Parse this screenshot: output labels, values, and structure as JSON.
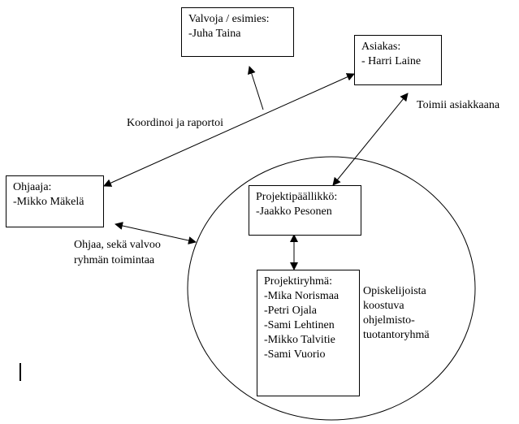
{
  "valvoja": {
    "title": "Valvoja / esimies:",
    "person": "-Juha Taina"
  },
  "asiakas": {
    "title": "Asiakas:",
    "person": "- Harri Laine"
  },
  "ohjaaja": {
    "title": "Ohjaaja:",
    "person": "-Mikko Mäkelä"
  },
  "projektipaallikko": {
    "title": "Projektipäällikkö:",
    "person": "-Jaakko Pesonen"
  },
  "projektiryhma": {
    "title": "Projektiryhmä:",
    "members": [
      "-Mika Norismaa",
      "-Petri Ojala",
      "-Sami Lehtinen",
      "-Mikko Talvitie",
      "-Sami Vuorio"
    ]
  },
  "labels": {
    "koordinoi": "Koordinoi ja raportoi",
    "toimii": "Toimii asiakkaana",
    "ohjaa_line1": "Ohjaa, sekä valvoo",
    "ohjaa_line2": "ryhmän toimintaa",
    "opiskelija_lines": [
      "Opiskelijoista",
      "koostuva",
      "ohjelmisto-",
      "tuotantoryhmä"
    ]
  }
}
